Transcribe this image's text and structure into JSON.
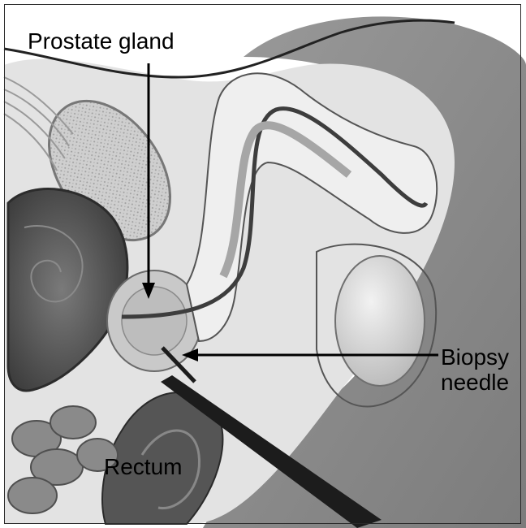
{
  "labels": {
    "prostate": "Prostate gland",
    "biopsy_line1": "Biopsy",
    "biopsy_line2": "needle",
    "rectum": "Rectum"
  },
  "colors": {
    "background": "#ffffff",
    "skin_band": "#8e8e8e",
    "tissue_light": "#d6d6d6",
    "tissue_mid": "#a9a9a9",
    "tissue_dark": "#5a5a5a",
    "needle": "#1c1c1c",
    "arrow": "#000000"
  }
}
